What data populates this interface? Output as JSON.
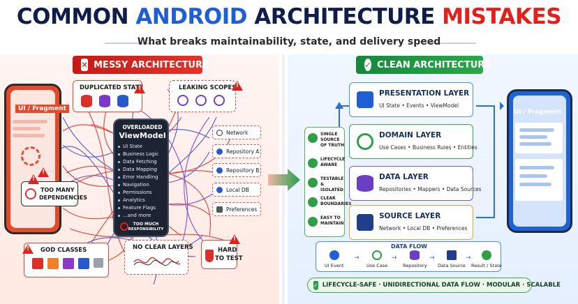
{
  "header": {
    "title_part1": "COMMON ",
    "title_part2": "ANDROID",
    "title_part3": " ARCHITECTURE ",
    "title_part4": "MISTAKES",
    "subtitle": "What breaks maintainability, state, and delivery speed"
  },
  "messy": {
    "banner": "MESSY ARCHITECTURE",
    "phone_label": "UI / Fragment",
    "duplicated_state": "DUPLICATED STATE",
    "leaking_scopes": "LEAKING SCOPES",
    "too_many_deps_1": "TOO MANY",
    "too_many_deps_2": "DEPENDENCIES",
    "vm_title_1": "OVERLOADED",
    "vm_title_2": "ViewModel",
    "vm_items": [
      "UI State",
      "Business Logic",
      "Data Fetching",
      "Data Mapping",
      "Error Handling",
      "Navigation",
      "Permissions",
      "Analytics",
      "Feature Flags",
      "...and more"
    ],
    "vm_badge_1": "TOO MUCH",
    "vm_badge_2": "RESPONSIBILITY",
    "services": [
      "Network",
      "Repository A",
      "Repository B",
      "Local DB",
      "Preferences"
    ],
    "god_classes": "GOD CLASSES",
    "no_clear_layers": "NO CLEAR LAYERS",
    "hard_to_test_1": "HARD",
    "hard_to_test_2": "TO TEST"
  },
  "clean": {
    "banner": "CLEAN ARCHITECTURE",
    "phone_label": "UI / Fragment",
    "layers": [
      {
        "name": "PRESENTATION LAYER",
        "desc": "UI State  •  Events  •  ViewModel"
      },
      {
        "name": "DOMAIN LAYER",
        "desc": "Use Cases  •  Business Rules  •  Entities"
      },
      {
        "name": "DATA LAYER",
        "desc": "Repositories  •  Mappers  •  Data Sources"
      },
      {
        "name": "SOURCE LAYER",
        "desc": "Network  •  Local DB  •  Preferences"
      }
    ],
    "benefits": [
      {
        "l1": "SINGLE",
        "l2": "SOURCE",
        "l3": "OF TRUTH"
      },
      {
        "l1": "LIFECYCLE",
        "l2": "AWARE",
        "l3": ""
      },
      {
        "l1": "TESTABLE",
        "l2": "& ISOLATED",
        "l3": ""
      },
      {
        "l1": "CLEAR",
        "l2": "BOUNDARIES",
        "l3": ""
      },
      {
        "l1": "EASY TO",
        "l2": "MAINTAIN",
        "l3": ""
      }
    ],
    "flow_title": "DATA FLOW",
    "flow_steps": [
      "UI Event",
      "Use Case",
      "Repository",
      "Data Source",
      "Result / State"
    ],
    "footer": "LIFECYCLE-SAFE  ·  UNIDIRECTIONAL  DATA FLOW  ·  MODULAR  ·  SCALABLE"
  },
  "colors": {
    "navy": "#0f1e48",
    "blue": "#1f5fd6",
    "red": "#e3211c",
    "green": "#2e9e47"
  },
  "icons": [
    "x-icon",
    "check-icon",
    "warning-icon",
    "globe-icon",
    "database-icon",
    "gear-icon",
    "shield-icon",
    "target-icon",
    "phone-icon",
    "server-icon"
  ]
}
